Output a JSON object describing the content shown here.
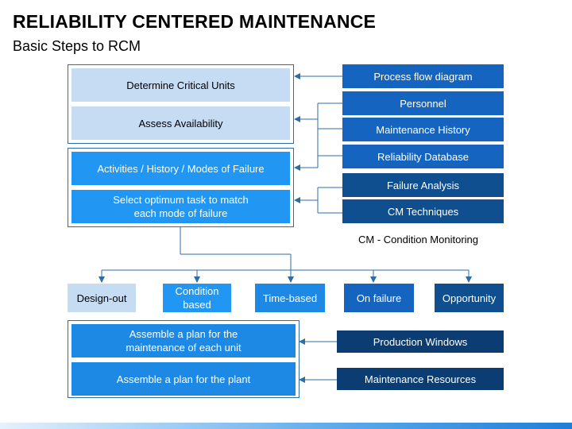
{
  "title": "RELIABILITY CENTERED MAINTENANCE",
  "subtitle": "Basic Steps to RCM",
  "steps_group1": [
    "Determine Critical Units",
    "Assess Availability"
  ],
  "steps_group2": [
    "Activities / History / Modes of Failure",
    "Select optimum task to match\neach mode of failure"
  ],
  "inputs_top": [
    "Process flow diagram",
    "Personnel",
    "Maintenance History",
    "Reliability Database"
  ],
  "inputs_mid": [
    "Failure Analysis",
    "CM Techniques"
  ],
  "cm_note": "CM - Condition Monitoring",
  "task_types": [
    "Design-out",
    "Condition\nbased",
    "Time-based",
    "On failure",
    "Opportunity"
  ],
  "plan_steps": [
    "Assemble a plan for the\nmaintenance of each unit",
    "Assemble a plan for the plant"
  ],
  "plan_inputs": [
    "Production Windows",
    "Maintenance Resources"
  ],
  "colors": {
    "light": "#c6dcf3",
    "blue": "#2196f3",
    "navy": "#1565c0",
    "dark": "#0b3d73",
    "line": "#2e6da4"
  }
}
